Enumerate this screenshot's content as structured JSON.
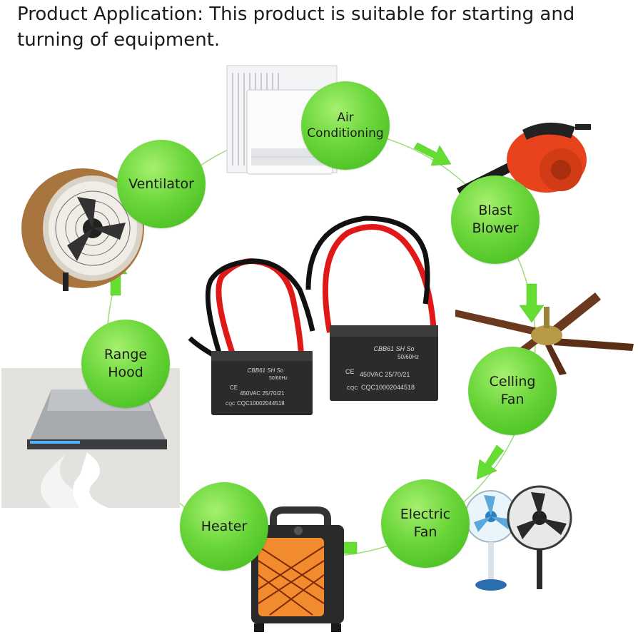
{
  "headline": "Product Application: This product is suitable for starting and turning of equipment.",
  "bubbles": {
    "air_conditioning": "Air\nConditioning",
    "blast_blower": "Blast\nBlower",
    "celling_fan": "Celling\nFan",
    "electric_fan": "Electric\nFan",
    "heater": "Heater",
    "range_hood": "Range\nHood",
    "ventilator": "Ventilator"
  },
  "capacitor_left": {
    "line1": "CBB61 SH So",
    "line2": "50/60Hz",
    "line3": "450VAC  25/70/21",
    "line4": "CQC10002044518",
    "ce": "CE",
    "cqc": "CQC"
  },
  "capacitor_right": {
    "line1": "CBB61 SH So",
    "line2": "50/60Hz",
    "line3": "450VAC  25/70/21",
    "line4": "CQC10002044518",
    "ce": "CE",
    "cqc": "CQC"
  },
  "colors": {
    "bubble_green": "#5fd12f",
    "arrow_green": "#66dd33",
    "capacitor_body": "#2b2b2b",
    "wire_red": "#e01818",
    "wire_black": "#111111"
  }
}
